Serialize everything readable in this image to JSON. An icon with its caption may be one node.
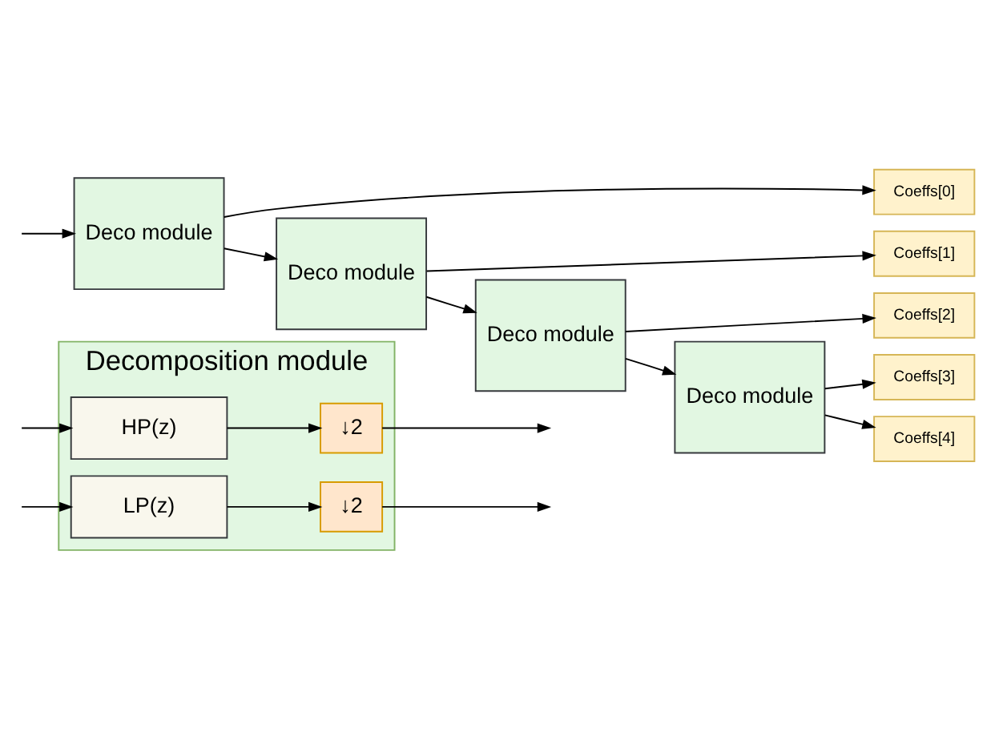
{
  "diagram": {
    "nodes": [
      {
        "text": [
          "Decomposition module"
        ]
      },
      {
        "text": [
          "HP(z)"
        ],
        "in": 0
      },
      {
        "text": [
          "↓2"
        ],
        "in": 0
      },
      {
        "text": [
          "LP(z)"
        ],
        "in": 0
      },
      {
        "text": [
          "↓2"
        ],
        "in": 0
      },
      {
        "text": [
          "Deco module"
        ]
      },
      {
        "text": [
          "Deco module"
        ]
      },
      {
        "text": [
          "Deco module"
        ]
      },
      {
        "text": [
          "Deco module"
        ]
      },
      {
        "text": [
          "Coeffs[0]"
        ]
      },
      {
        "text": [
          "Coeffs[1]"
        ]
      },
      {
        "text": [
          "Coeffs[2]"
        ]
      },
      {
        "text": [
          "Coeffs[3]"
        ]
      },
      {
        "text": [
          "Coeffs[4]"
        ]
      }
    ],
    "edges": [
      {
        "from": null,
        "to": 1,
        "arrow": "to"
      },
      {
        "from": null,
        "to": 3,
        "arrow": "to"
      },
      {
        "from": 1,
        "to": 2,
        "arrow": "to"
      },
      {
        "from": 3,
        "to": 4,
        "arrow": "to"
      },
      {
        "from": 2,
        "to": null,
        "arrow": "to"
      },
      {
        "from": 4,
        "to": null,
        "arrow": "to"
      },
      {
        "from": null,
        "to": 5,
        "arrow": "to"
      },
      {
        "from": 5,
        "to": 9,
        "arrow": "to"
      },
      {
        "from": 5,
        "to": 6,
        "arrow": "to"
      },
      {
        "from": 6,
        "to": 10,
        "arrow": "to"
      },
      {
        "from": 6,
        "to": 7,
        "arrow": "to"
      },
      {
        "from": 7,
        "to": 11,
        "arrow": "to"
      },
      {
        "from": 7,
        "to": 8,
        "arrow": "to"
      },
      {
        "from": 8,
        "to": 12,
        "arrow": "to"
      },
      {
        "from": 8,
        "to": 13,
        "arrow": "to"
      }
    ]
  }
}
